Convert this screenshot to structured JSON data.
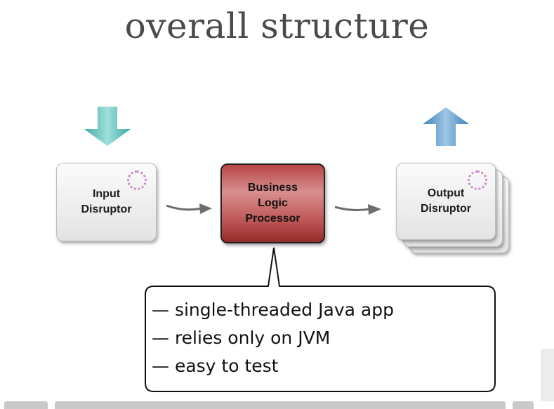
{
  "slide": {
    "title": "overall structure"
  },
  "diagram": {
    "input_box": {
      "lines": [
        "Input",
        "Disruptor"
      ]
    },
    "logic_box": {
      "lines": [
        "Business",
        "Logic",
        "Processor"
      ]
    },
    "output_box": {
      "lines": [
        "Output",
        "Disruptor"
      ]
    },
    "input_arrow_icon": "arrow-down-icon",
    "output_arrow_icon": "arrow-up-icon",
    "colors": {
      "input_arrow": "#5fc3bf",
      "output_arrow": "#5a93c4",
      "logic_box": "#b84545",
      "ring": "#c98cc6"
    }
  },
  "callout": {
    "items": [
      "— single-threaded Java app",
      "— relies only on JVM",
      "— easy to test"
    ]
  }
}
